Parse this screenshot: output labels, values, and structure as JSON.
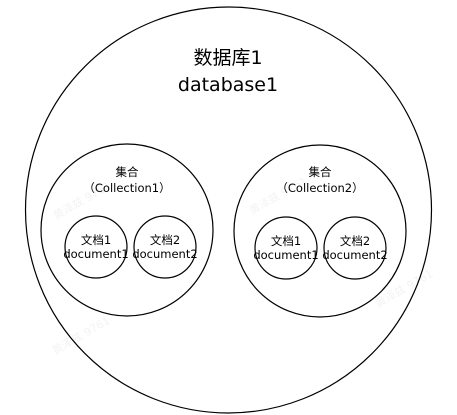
{
  "database": {
    "title_cn": "数据库1",
    "title_en": "database1"
  },
  "collections": [
    {
      "label_cn": "集合",
      "label_en": "（Collection1）",
      "documents": [
        {
          "label_cn": "文档1",
          "label_en": "document1"
        },
        {
          "label_cn": "文档2",
          "label_en": "document2"
        }
      ]
    },
    {
      "label_cn": "集合",
      "label_en": "（Collection2）",
      "documents": [
        {
          "label_cn": "文档1",
          "label_en": "document1"
        },
        {
          "label_cn": "文档2",
          "label_en": "document2"
        }
      ]
    }
  ],
  "watermark": "黄泽兹 9761"
}
